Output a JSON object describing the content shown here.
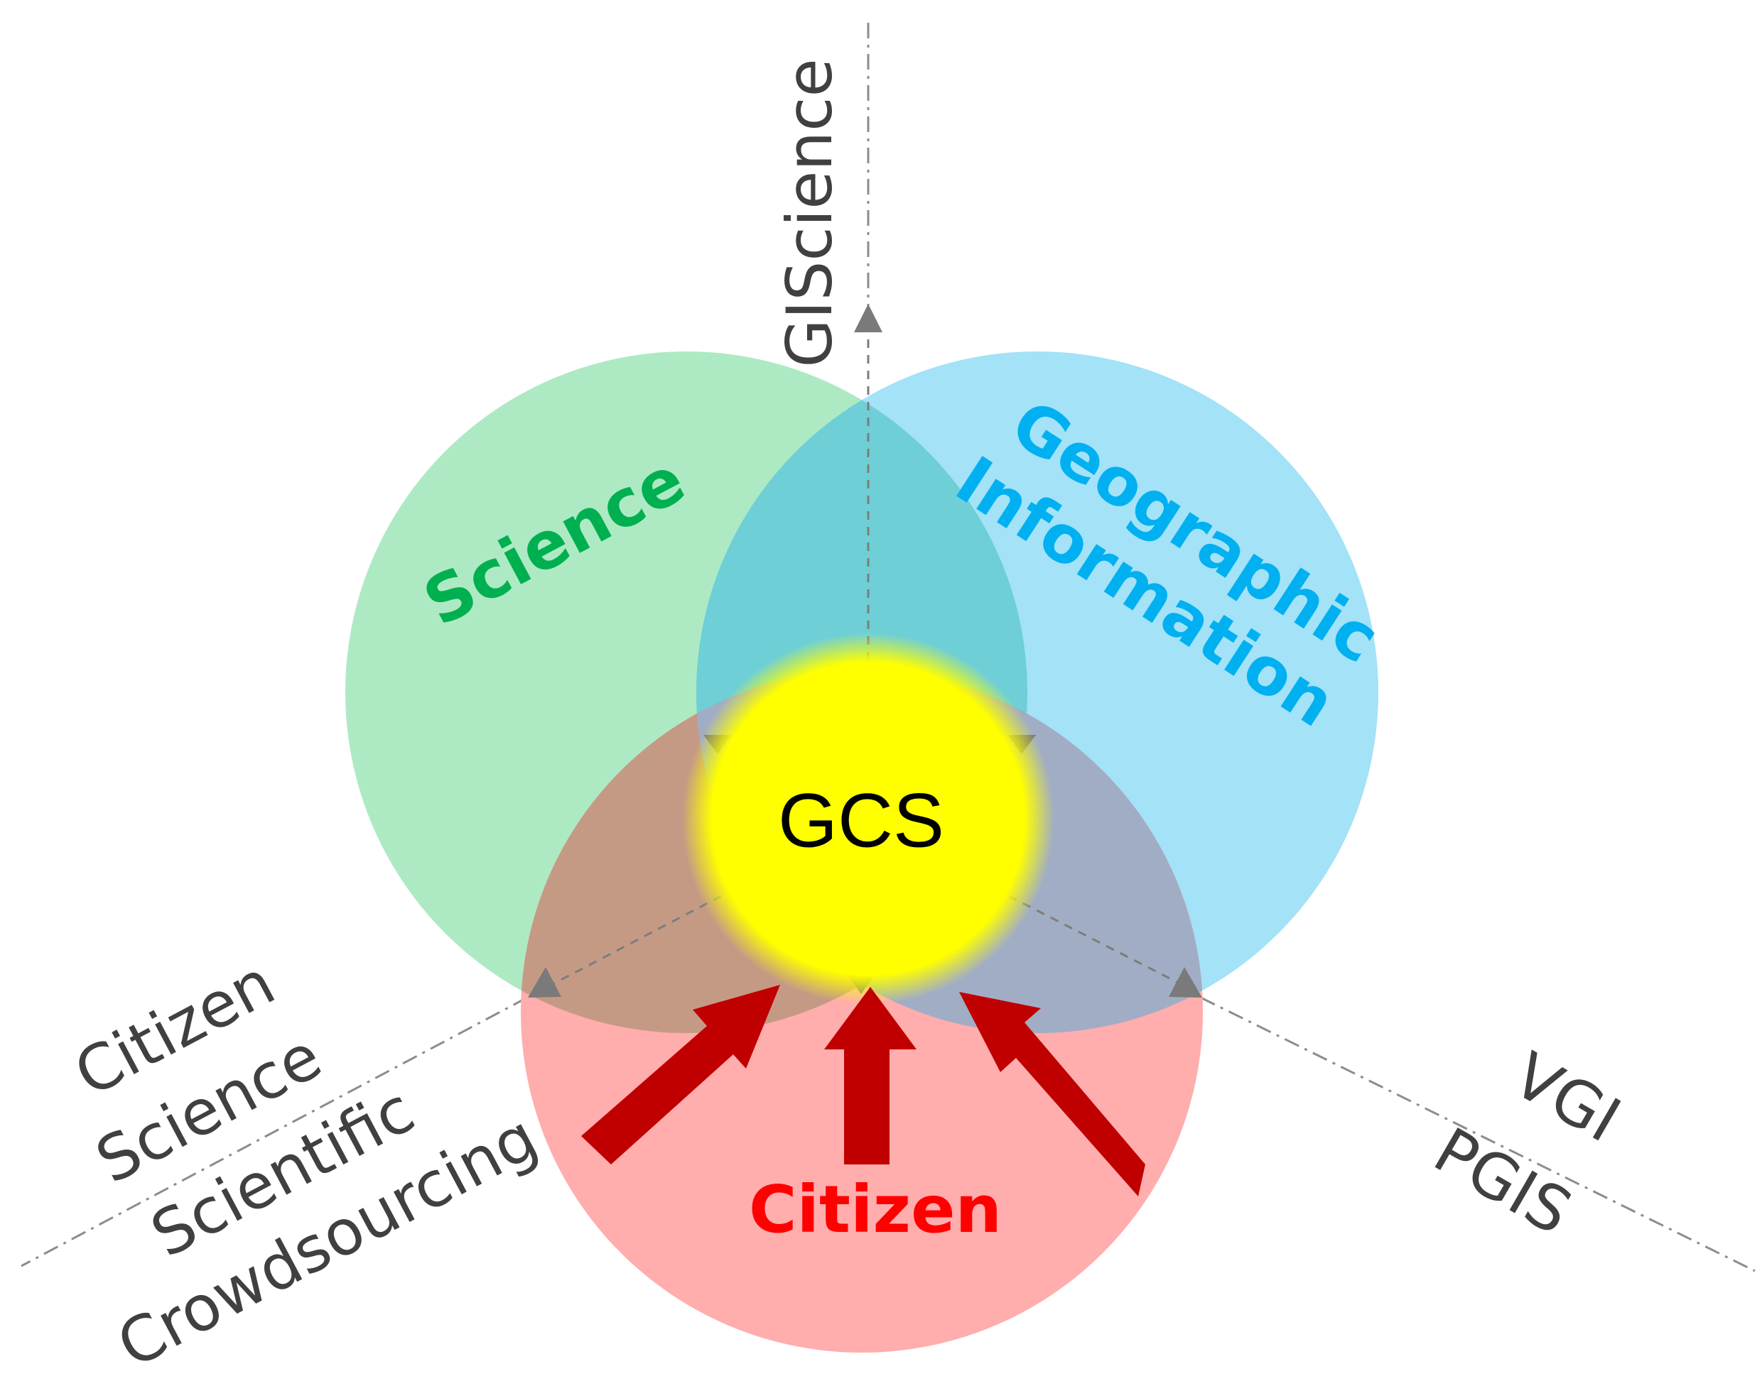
{
  "diagram": {
    "center": {
      "label": "GCS"
    },
    "circles": {
      "science": {
        "label": "Science",
        "color": "#00b050",
        "fill": "#adeac4"
      },
      "geographic": {
        "line1": "Geographic",
        "line2": "Information",
        "color": "#00b0f0",
        "fill": "#a3e2f7"
      },
      "citizen": {
        "label": "Citizen",
        "color": "#ff0000",
        "fill": "#ffadad"
      }
    },
    "overlaps": {
      "science_geographic": "#6ecfd6",
      "science_citizen": "#c59a85",
      "geographic_citizen": "#a1adc4"
    },
    "axes": {
      "top": {
        "label": "GIScience"
      },
      "left": {
        "labels": [
          "Citizen",
          "Science",
          "Scientific",
          "Crowdsourcing"
        ]
      },
      "right": {
        "labels": [
          "VGI",
          "PGIS"
        ]
      }
    },
    "highlight_color": "#ffff00",
    "arrow_color": "#c00000"
  }
}
